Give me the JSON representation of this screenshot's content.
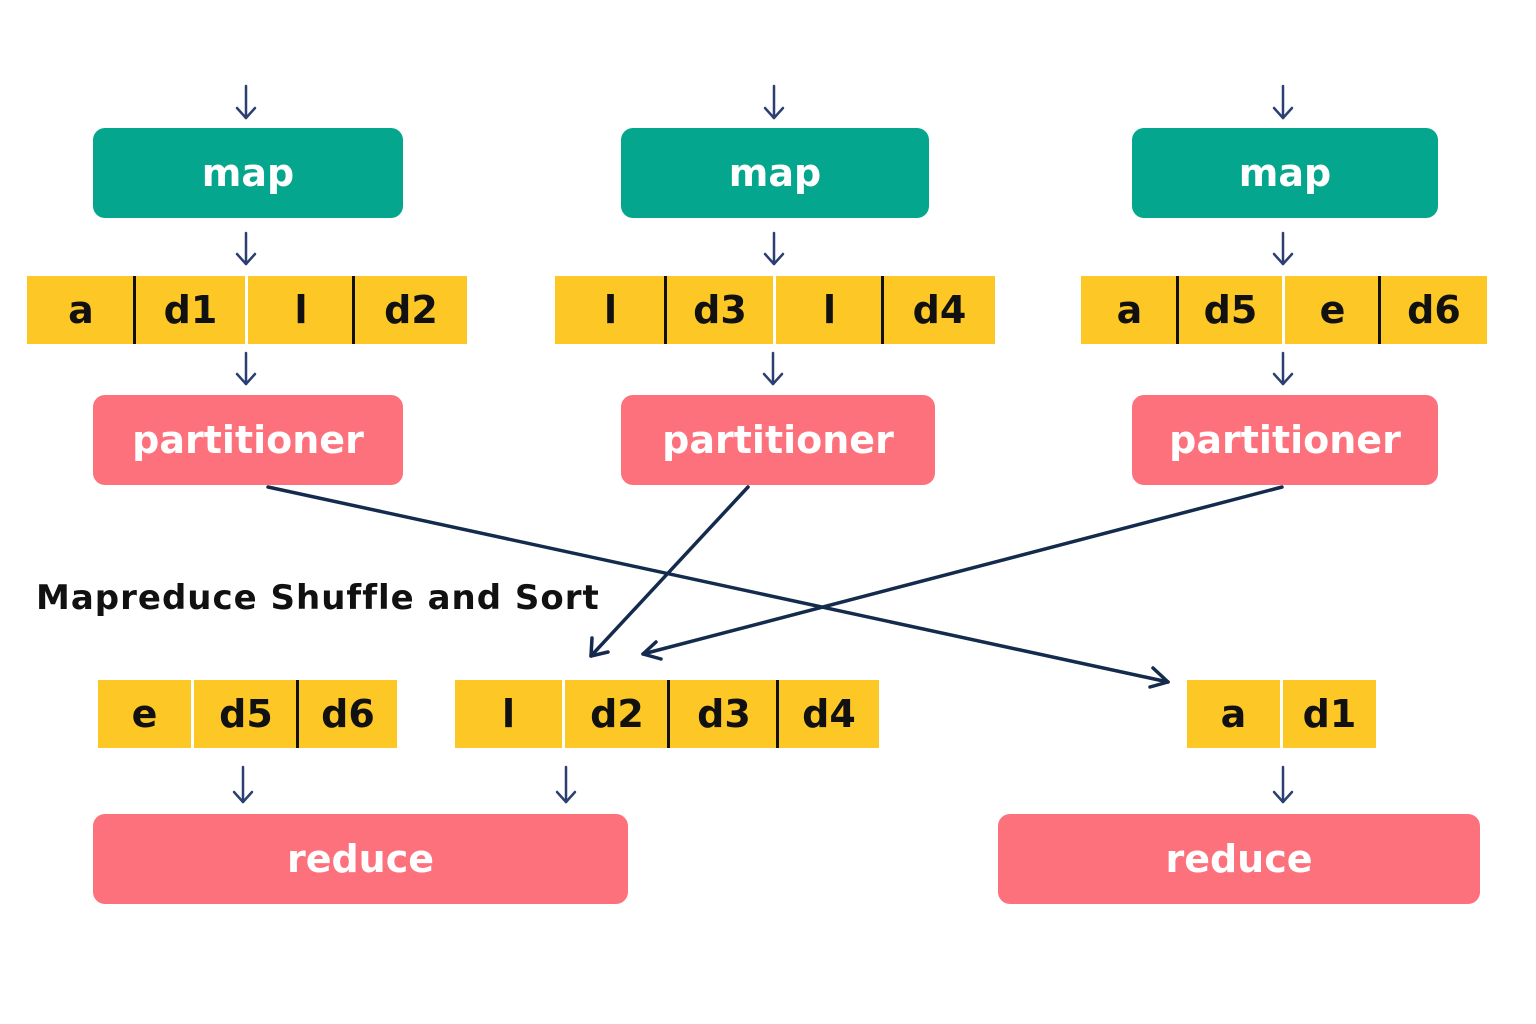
{
  "title": "Mapreduce Shuffle and Sort",
  "colors": {
    "map": "#04a68d",
    "partitioner": "#fd717d",
    "reduce": "#fd717d",
    "record": "#fdc825",
    "arrow": "#1f3a63"
  },
  "mappers": [
    {
      "map_label": "map",
      "records": [
        "a",
        "d1",
        "l",
        "d2"
      ],
      "partitioner_label": "partitioner"
    },
    {
      "map_label": "map",
      "records": [
        "l",
        "d3",
        "l",
        "d4"
      ],
      "partitioner_label": "partitioner"
    },
    {
      "map_label": "map",
      "records": [
        "a",
        "d5",
        "e",
        "d6"
      ],
      "partitioner_label": "partitioner"
    }
  ],
  "shuffled": {
    "group1": [
      "e",
      "d5",
      "d6"
    ],
    "group2": [
      "l",
      "d2",
      "d3",
      "d4"
    ],
    "group3": [
      "a",
      "d1"
    ]
  },
  "reducers": [
    {
      "label": "reduce"
    },
    {
      "label": "reduce"
    }
  ]
}
